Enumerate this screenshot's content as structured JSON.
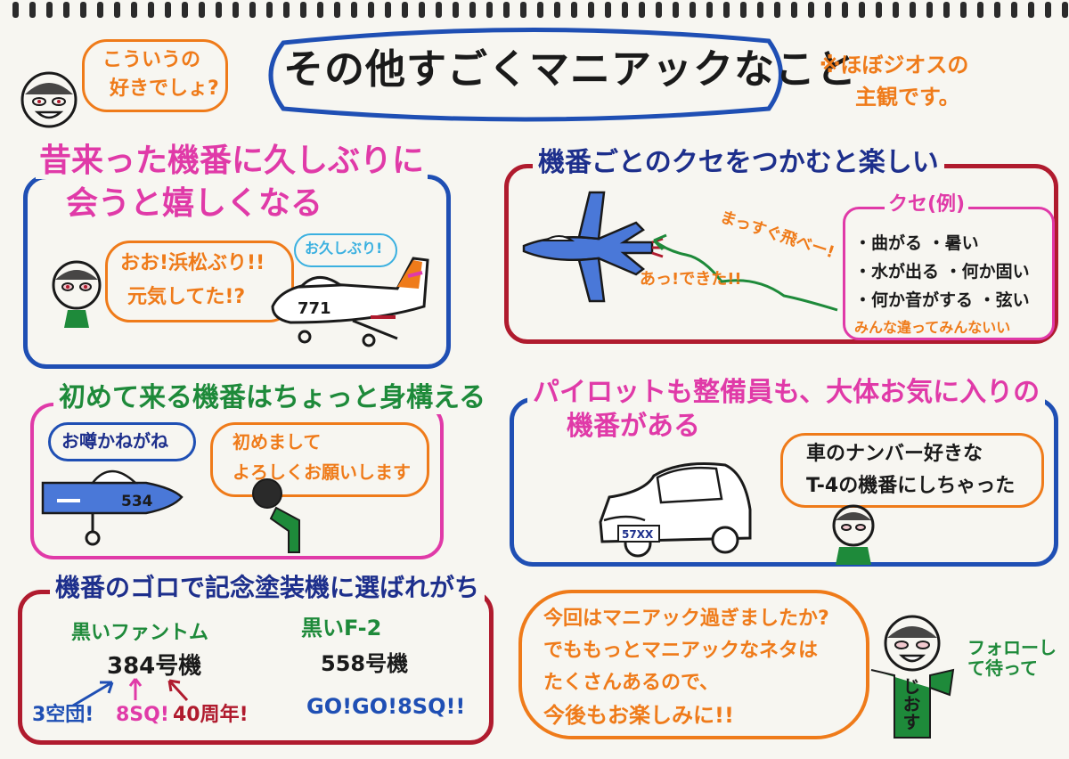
{
  "colors": {
    "paper": "#f7f6f1",
    "blue": "#1f4fb4",
    "red": "#b01b2e",
    "magenta": "#e03aa8",
    "green": "#1e8a3a",
    "orange": "#ef7b1a",
    "black": "#1a1a1a",
    "navy": "#1d2f8c"
  },
  "header": {
    "face_bubble": [
      "こういうの",
      "好きでしょ?"
    ],
    "title": "その他すごくマニアックなこと",
    "note": [
      "※ほぼジオスの",
      "主観です。"
    ]
  },
  "section1": {
    "heading": [
      "昔来った機番に久しぶりに",
      "会うと嬉しくなる"
    ],
    "bubble_left": [
      "おお!浜松ぶり!!",
      "元気してた!?"
    ],
    "bubble_right": "お久しぶり!",
    "plane_number": "771"
  },
  "section2": {
    "heading": "機番ごとのクセをつかむと楽しい",
    "speech_plane": "まっすぐ飛べー!",
    "speech_done": "あっ!できた!!",
    "quirk_title": "クセ(例)",
    "quirks": [
      "・曲がる ・暑い",
      "・水が出る ・何か固い",
      "・何か音がする ・弦い",
      "みんな違ってみんないい"
    ]
  },
  "section3": {
    "heading": "初めて来る機番はちょっと身構える",
    "bubble_left": "お噂かねがね",
    "bubble_right": [
      "初めまして",
      "よろしくお願いします"
    ],
    "plane_number": "534"
  },
  "section4": {
    "heading": [
      "パイロットも整備員も、大体お気に入りの",
      "機番がある"
    ],
    "bubble": [
      "車のナンバー好きな",
      "T-4の機番にしちゃった"
    ],
    "plate": "57XX"
  },
  "section5": {
    "heading": "機番のゴロで記念塗装機に選ばれがち",
    "left_title": "黒いファントム",
    "left_number": "384号機",
    "left_notes": [
      "3空団!",
      "8SQ!",
      "40周年!"
    ],
    "right_title": "黒いF-2",
    "right_number": "558号機",
    "right_note": "GO!GO!8SQ!!"
  },
  "section6": {
    "bubble": [
      "今回はマニアック過ぎましたか?",
      "でももっとマニアックなネタは",
      "たくさんあるので、",
      "今後もお楽しみに!!"
    ],
    "side_text": "フォローして待って",
    "signature": "じおす"
  }
}
